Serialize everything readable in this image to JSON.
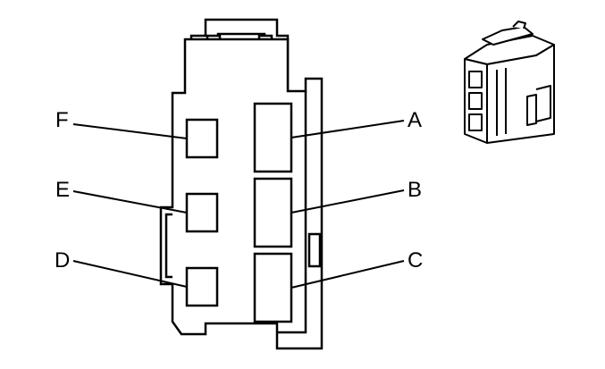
{
  "diagram": {
    "stroke_color": "#000000",
    "fill_color": "#ffffff",
    "pins": {
      "a": "A",
      "b": "B",
      "c": "C",
      "d": "D",
      "e": "E",
      "f": "F"
    }
  }
}
